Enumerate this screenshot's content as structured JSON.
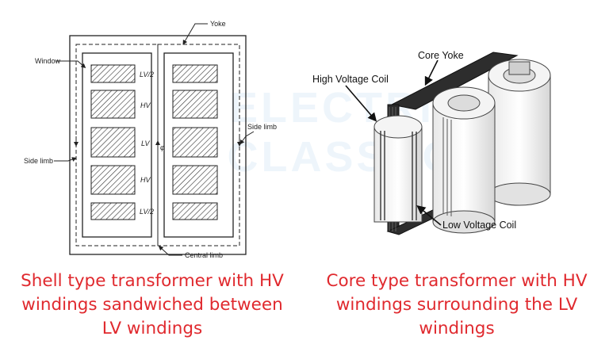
{
  "shell": {
    "labels": {
      "yoke": "Yoke",
      "window": "Window",
      "side_limb_left": "Side limb",
      "side_limb_right": "Side limb",
      "central_limb": "Central limb",
      "lv_half_top": "LV/2",
      "hv_upper": "HV",
      "lv_middle": "LV",
      "hv_lower": "HV",
      "lv_half_bottom": "LV/2",
      "flux_symbol": "φ"
    },
    "caption": {
      "line1": "Shell type transformer with HV",
      "line2": "windings sandwiched between",
      "line3": "LV windings"
    }
  },
  "core": {
    "labels": {
      "core_yoke": "Core Yoke",
      "high_voltage_coil": "High Voltage Coil",
      "low_voltage_coil": "Low Voltage Coil"
    },
    "caption": {
      "line1": "Core type transformer with HV",
      "line2": "windings surrounding the LV",
      "line3": "windings"
    }
  },
  "watermark": {
    "line1": "ELECTRICAL",
    "line2": "CLASSROOM"
  },
  "colors": {
    "caption": "#e0292e",
    "line": "#222222",
    "watermark": "#3a8fd0"
  }
}
